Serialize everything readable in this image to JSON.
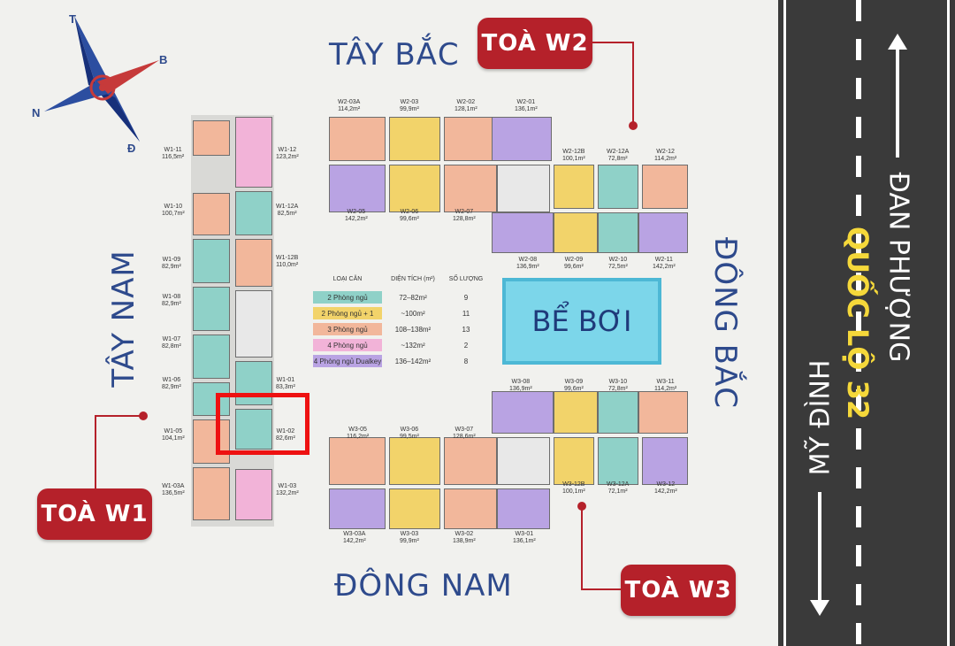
{
  "compass": {
    "t": "T",
    "b": "B",
    "n": "N",
    "d": "Đ"
  },
  "directions": {
    "north_west": "TÂY BẮC",
    "south_west": "TÂY NAM",
    "north_east": "ĐÔNG BẮC",
    "south_east": "ĐÔNG NAM"
  },
  "towers": {
    "w1": "TOÀ W1",
    "w2": "TOÀ W2",
    "w3": "TOÀ W3"
  },
  "pool": "BỂ BƠI",
  "road": {
    "top": "ĐAN PHƯỢNG",
    "name": "QUỐC LỘ 32",
    "bottom": "MỸ ĐÌNH"
  },
  "legend": {
    "headers": [
      "LOẠI CĂN",
      "DIỆN TÍCH (m²)",
      "SỐ LƯỢNG"
    ],
    "rows": [
      {
        "type": "2 Phòng ngủ",
        "area": "72–82m²",
        "qty": "9",
        "color": "#8fd1c8"
      },
      {
        "type": "2 Phòng ngủ + 1",
        "area": "~100m²",
        "qty": "11",
        "color": "#f2d36a"
      },
      {
        "type": "3 Phòng ngủ",
        "area": "108–138m²",
        "qty": "13",
        "color": "#f2b79b"
      },
      {
        "type": "4 Phòng ngủ",
        "area": "~132m²",
        "qty": "2",
        "color": "#f2b3d8"
      },
      {
        "type": "4 Phòng ngủ Dualkey",
        "area": "136–142m²",
        "qty": "8",
        "color": "#b9a3e3"
      }
    ]
  },
  "w1_units": [
    {
      "code": "W1-11",
      "area": "116,5m²"
    },
    {
      "code": "W1-12",
      "area": "123,2m²"
    },
    {
      "code": "W1-10",
      "area": "100,7m²"
    },
    {
      "code": "W1-12A",
      "area": "82,5m²"
    },
    {
      "code": "W1-09",
      "area": "82,9m²"
    },
    {
      "code": "W1-12B",
      "area": "110,0m²"
    },
    {
      "code": "W1-08",
      "area": "82,9m²"
    },
    {
      "code": "W1-07",
      "area": "82,8m²"
    },
    {
      "code": "W1-06",
      "area": "82,9m²"
    },
    {
      "code": "W1-01",
      "area": "83,3m²"
    },
    {
      "code": "W1-05",
      "area": "104,1m²"
    },
    {
      "code": "W1-02",
      "area": "82,6m²"
    },
    {
      "code": "W1-03A",
      "area": "136,5m²"
    },
    {
      "code": "W1-03",
      "area": "132,2m²"
    }
  ],
  "w2_units": [
    {
      "code": "W2-03A",
      "area": "114,2m²"
    },
    {
      "code": "W2-03",
      "area": "99,9m²"
    },
    {
      "code": "W2-02",
      "area": "128,1m²"
    },
    {
      "code": "W2-01",
      "area": "136,1m²"
    },
    {
      "code": "W2-12B",
      "area": "100,1m²"
    },
    {
      "code": "W2-12A",
      "area": "72,8m²"
    },
    {
      "code": "W2-12",
      "area": "114,2m²"
    },
    {
      "code": "W2-05",
      "area": "142,2m²"
    },
    {
      "code": "W2-06",
      "area": "99,6m²"
    },
    {
      "code": "W2-07",
      "area": "128,8m²"
    },
    {
      "code": "W2-08",
      "area": "136,9m²"
    },
    {
      "code": "W2-09",
      "area": "99,6m²"
    },
    {
      "code": "W2-10",
      "area": "72,5m²"
    },
    {
      "code": "W2-11",
      "area": "142,2m²"
    }
  ],
  "w3_units": [
    {
      "code": "W3-08",
      "area": "136,9m²"
    },
    {
      "code": "W3-09",
      "area": "99,6m²"
    },
    {
      "code": "W3-10",
      "area": "72,8m²"
    },
    {
      "code": "W3-11",
      "area": "114,2m²"
    },
    {
      "code": "W3-05",
      "area": "116,2m²"
    },
    {
      "code": "W3-06",
      "area": "99,5m²"
    },
    {
      "code": "W3-07",
      "area": "128,6m²"
    },
    {
      "code": "W3-12B",
      "area": "100,1m²"
    },
    {
      "code": "W3-12A",
      "area": "72,1m²"
    },
    {
      "code": "W3-12",
      "area": "142,2m²"
    },
    {
      "code": "W3-03A",
      "area": "142,2m²"
    },
    {
      "code": "W3-03",
      "area": "99,9m²"
    },
    {
      "code": "W3-02",
      "area": "138,9m²"
    },
    {
      "code": "W3-01",
      "area": "136,1m²"
    }
  ],
  "colors": {
    "accent_red": "#b5212a",
    "direction_blue": "#2e4a8c",
    "road": "#3a3a3a",
    "road_name_yellow": "#f5d83a",
    "highlight": "#ee1111"
  }
}
